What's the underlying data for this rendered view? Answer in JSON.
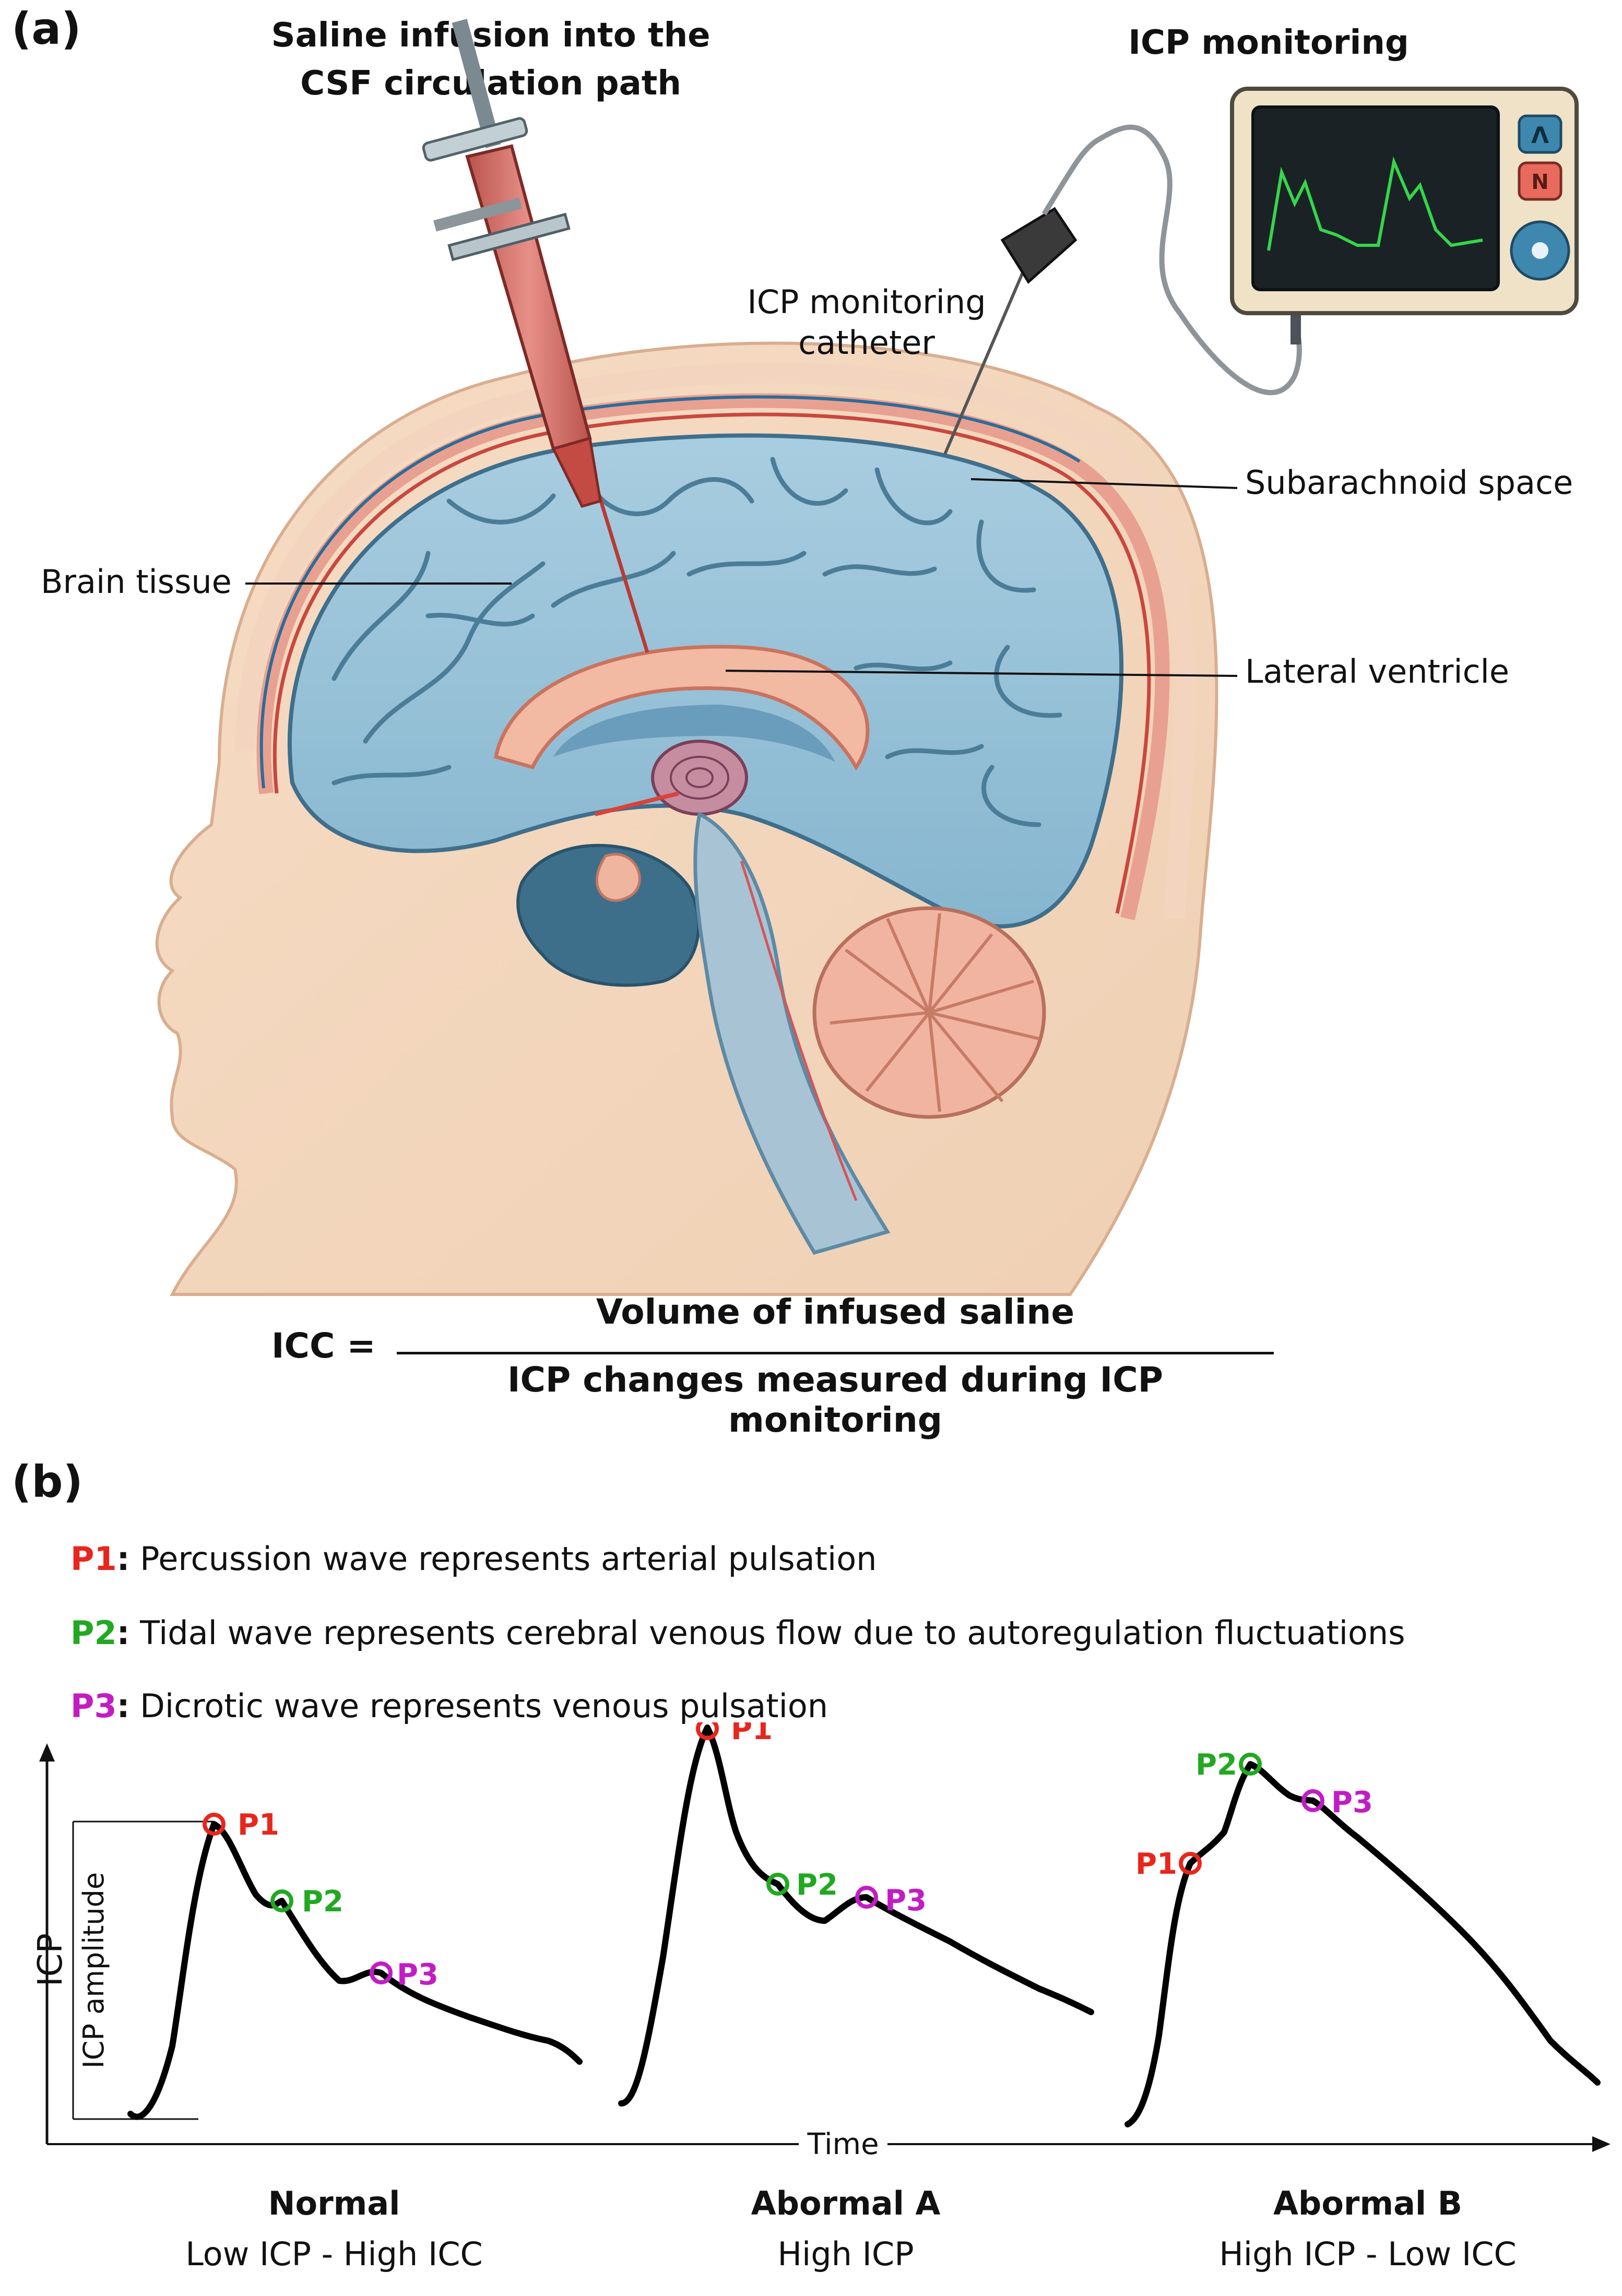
{
  "panel_a": {
    "label": "(a)",
    "syringe_title_line1": "Saline infusion into the",
    "syringe_title_line2": "CSF circulation path",
    "monitor_title": "ICP monitoring",
    "catheter_label_line1": "ICP monitoring",
    "catheter_label_line2": "catheter",
    "subarachnoid_label": "Subarachnoid space",
    "brain_tissue_label": "Brain tissue",
    "lateral_ventricle_label": "Lateral ventricle",
    "monitor_buttons": [
      "Λ",
      "N"
    ],
    "formula": {
      "lhs": "ICC =",
      "numerator": "Volume of infused saline",
      "denominator": "ICP changes measured during ICP monitoring"
    }
  },
  "panel_b": {
    "label": "(b)",
    "legend": [
      {
        "key": "P1",
        "sep": ":",
        "text": "Percussion wave represents arterial pulsation",
        "color": "#e8261c"
      },
      {
        "key": "P2",
        "sep": ":",
        "text": "Tidal wave represents cerebral venous flow due to autoregulation fluctuations",
        "color": "#22a822"
      },
      {
        "key": "P3",
        "sep": ":",
        "text": "Dicrotic wave represents venous pulsation",
        "color": "#c21cc4"
      }
    ],
    "y_axis_label": "ICP",
    "amplitude_label": "ICP amplitude",
    "x_axis_label": "Time",
    "peak_labels": {
      "p1": "P1",
      "p2": "P2",
      "p3": "P3"
    },
    "waves": [
      {
        "title": "Normal",
        "subtitle": "Low ICP - High ICC"
      },
      {
        "title": "Abormal A",
        "subtitle": "High ICP"
      },
      {
        "title": "Abormal B",
        "subtitle": "High ICP - Low ICC"
      }
    ],
    "colors": {
      "p1": "#e8261c",
      "p2": "#22a822",
      "p3": "#c21cc4",
      "wave": "#000000"
    }
  }
}
